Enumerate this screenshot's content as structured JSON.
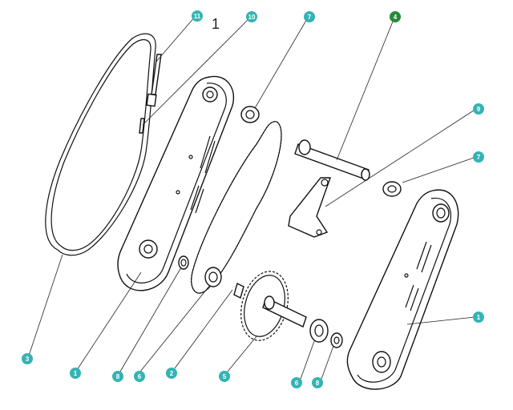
{
  "diagram": {
    "title": "1",
    "colors": {
      "callout": "#35b3b3",
      "callout_highlight": "#2a8a3a",
      "ink": "#111111"
    },
    "callouts": [
      {
        "id": "c-11",
        "label": "11"
      },
      {
        "id": "c-10",
        "label": "10"
      },
      {
        "id": "c-7a",
        "label": "7"
      },
      {
        "id": "c-4",
        "label": "4",
        "highlight": true
      },
      {
        "id": "c-9",
        "label": "9"
      },
      {
        "id": "c-7b",
        "label": "7"
      },
      {
        "id": "c-1r",
        "label": "1"
      },
      {
        "id": "c-3",
        "label": "3"
      },
      {
        "id": "c-1l",
        "label": "1"
      },
      {
        "id": "c-8a",
        "label": "8"
      },
      {
        "id": "c-6a",
        "label": "6"
      },
      {
        "id": "c-2",
        "label": "2"
      },
      {
        "id": "c-5",
        "label": "5"
      },
      {
        "id": "c-6b",
        "label": "6"
      },
      {
        "id": "c-8b",
        "label": "8"
      }
    ]
  }
}
